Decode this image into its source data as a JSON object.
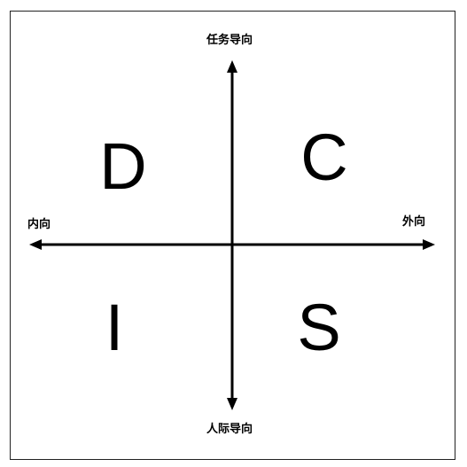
{
  "axes": {
    "top": "任务导向",
    "bottom": "人际导向",
    "left": "内向",
    "right": "外向"
  },
  "quadrants": {
    "top_left": "D",
    "top_right": "C",
    "bottom_left": "I",
    "bottom_right": "S"
  },
  "colors": {
    "line": "#000000",
    "background": "#ffffff",
    "frame": "#222222"
  }
}
